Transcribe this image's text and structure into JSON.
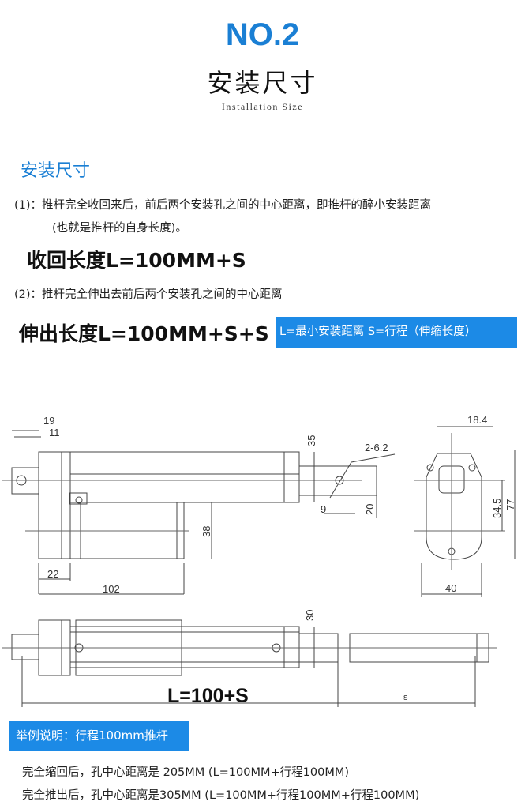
{
  "header": {
    "number": "NO.2",
    "title": "安装尺寸",
    "subtitle": "Installation Size"
  },
  "section_title": "安装尺寸",
  "notes": {
    "item1_line1": "(1)：推杆完全收回来后，前后两个安装孔之间的中心距离，即推杆的醉小安装距离",
    "item1_line2": "(也就是推杆的自身长度)。",
    "retract_formula": "收回长度L=100MM+S",
    "item2": "(2)：推杆完全伸出去前后两个安装孔之间的中心距离",
    "extend_formula": "伸出长度L=100MM+S+S",
    "legend_badge": "L=最小安装距离  S=行程（伸缩长度）"
  },
  "drawing": {
    "dims": {
      "d19": "19",
      "d11": "11",
      "d35": "35",
      "hole": "2-6.2",
      "d9": "9",
      "d20": "20",
      "d38": "38",
      "d22": "22",
      "d102": "102",
      "d18_4": "18.4",
      "d34_5": "34.5",
      "d77": "77",
      "d40": "40",
      "d30": "30",
      "length_formula": "L=100+S",
      "stroke": "s"
    }
  },
  "example": {
    "badge": "举例说明：行程100mm推杆",
    "line1": "完全缩回后，孔中心距离是 205MM (L=100MM+行程100MM)",
    "line2": "完全推出后，孔中心距离是305MM (L=100MM+行程100MM+行程100MM)"
  },
  "colors": {
    "accent": "#1a7fd4",
    "badge": "#1c8ae6"
  }
}
